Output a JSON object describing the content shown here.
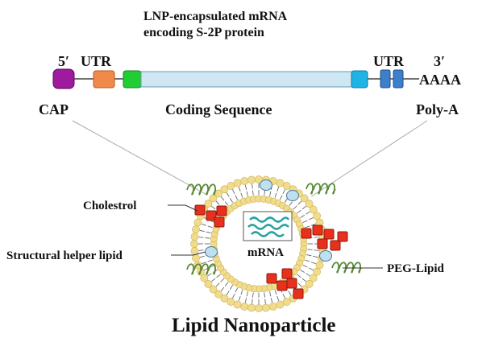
{
  "header": {
    "line1": "LNP-encapsulated mRNA",
    "line2": "encoding S-2P protein"
  },
  "mrna_construct": {
    "five_prime": "5′",
    "utr_left": "UTR",
    "utr_right": "UTR",
    "three_prime": "3′",
    "poly_a_tail": "AAAA",
    "cap_label": "CAP",
    "coding_label": "Coding Sequence",
    "polya_label": "Poly-A"
  },
  "nanoparticle": {
    "cholesterol_label": "Cholestrol",
    "helper_lipid_label": "Structural helper lipid",
    "peg_lipid_label": "PEG-Lipid",
    "core_label": "mRNA",
    "title": "Lipid Nanoparticle"
  },
  "colors": {
    "cap": "#9e1a9e",
    "utr5": "#f08a4b",
    "start": "#22cc33",
    "coding": "#cfe6f3",
    "stop": "#1fb3e6",
    "utr3": "#3d7fc9",
    "lipid_head": "#f1dc8c",
    "cholesterol": "#e8301c",
    "helper": "#bfe0f0",
    "peg": "#5a8a35",
    "mrna_strand": "#2aa3a3"
  }
}
